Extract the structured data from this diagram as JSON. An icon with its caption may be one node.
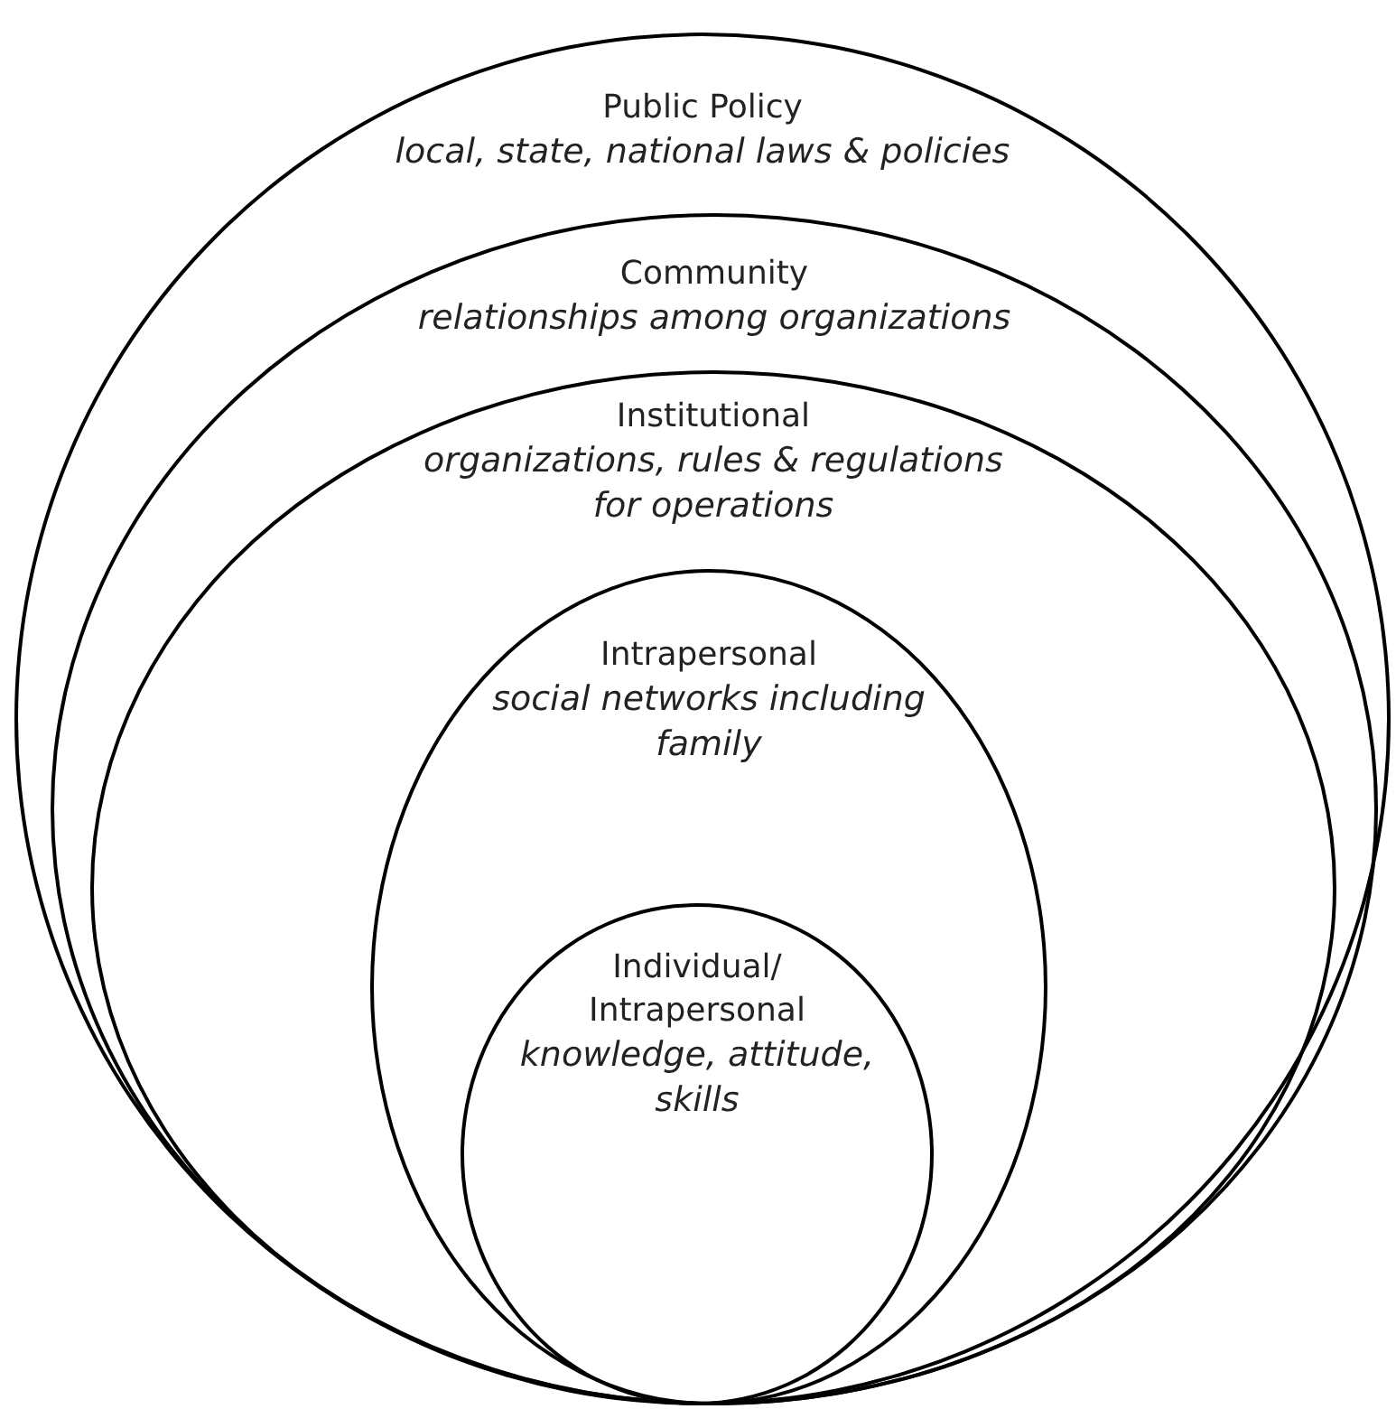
{
  "diagram": {
    "nodes": [
      {
        "text": [
          "Public Policy",
          "local, state, national laws & policies"
        ]
      },
      {
        "text": [
          "Community",
          "relationships among organizations"
        ],
        "in": 0
      },
      {
        "text": [
          "Institutional",
          "organizations, rules & regulations for operations"
        ],
        "in": 1
      },
      {
        "text": [
          "Intrapersonal",
          "social networks including family"
        ],
        "in": 2
      },
      {
        "text": [
          "Individual/ Intrapersonal",
          "knowledge, attitude, skills"
        ],
        "in": 3
      }
    ]
  }
}
